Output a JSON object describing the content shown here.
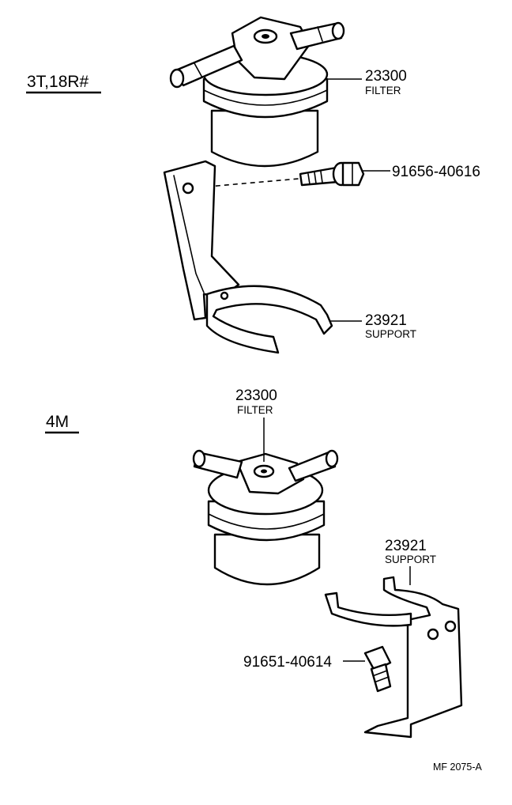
{
  "sections": {
    "upper": "3T,18R#",
    "lower": "4M"
  },
  "callouts": {
    "filter_upper": {
      "part_no": "23300",
      "name": "FILTER"
    },
    "bolt_upper": {
      "part_no": "91656-40616"
    },
    "support_upper": {
      "part_no": "23921",
      "name": "SUPPORT"
    },
    "filter_lower": {
      "part_no": "23300",
      "name": "FILTER"
    },
    "support_lower": {
      "part_no": "23921",
      "name": "SUPPORT"
    },
    "bolt_lower": {
      "part_no": "91651-40614"
    }
  },
  "reference_code": "MF 2075-A",
  "colors": {
    "ink": "#000000",
    "paper": "#ffffff"
  }
}
